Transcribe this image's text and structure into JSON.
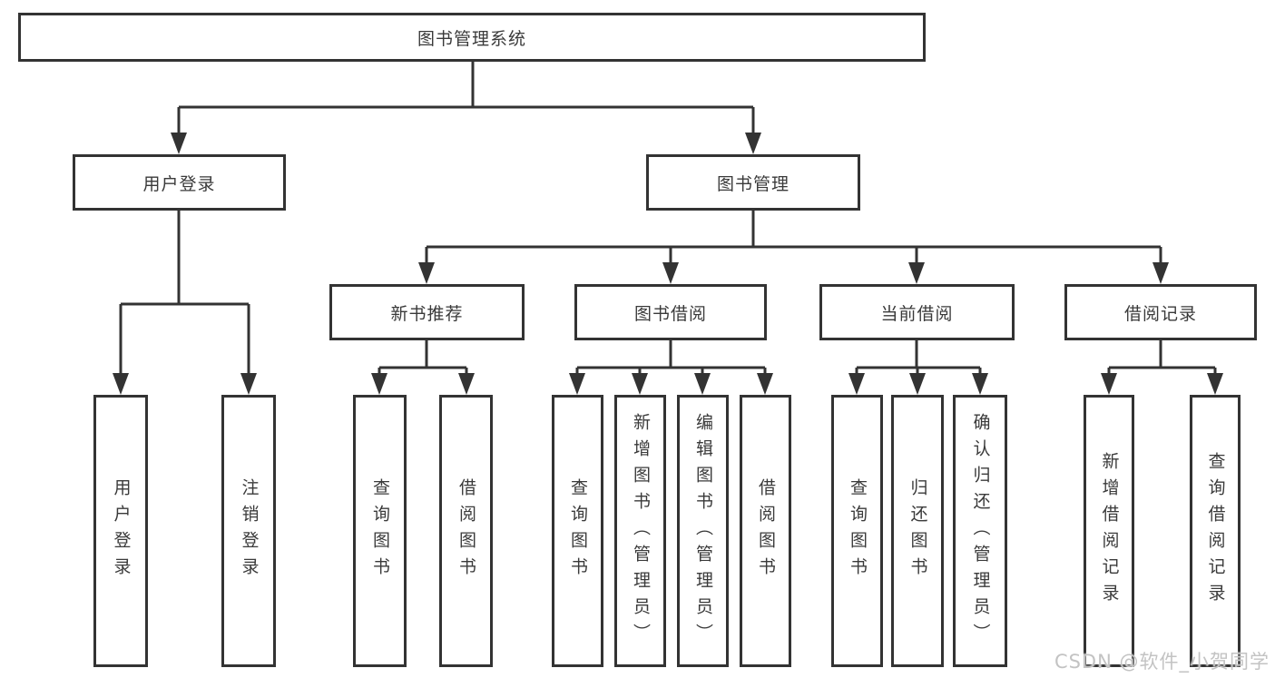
{
  "tree": {
    "root": {
      "label": "图书管理系统"
    },
    "branches": [
      {
        "label": "用户登录",
        "children": [
          {
            "label": "用户登录"
          },
          {
            "label": "注销登录"
          }
        ]
      },
      {
        "label": "图书管理",
        "children": [
          {
            "label": "新书推荐",
            "children": [
              {
                "label": "查询图书"
              },
              {
                "label": "借阅图书"
              }
            ]
          },
          {
            "label": "图书借阅",
            "children": [
              {
                "label": "查询图书"
              },
              {
                "label": "新增图书（管理员）"
              },
              {
                "label": "编辑图书（管理员）"
              },
              {
                "label": "借阅图书"
              }
            ]
          },
          {
            "label": "当前借阅",
            "children": [
              {
                "label": "查询图书"
              },
              {
                "label": "归还图书"
              },
              {
                "label": "确认归还（管理员）"
              }
            ]
          },
          {
            "label": "借阅记录",
            "children": [
              {
                "label": "新增借阅记录"
              },
              {
                "label": "查询借阅记录"
              }
            ]
          }
        ]
      }
    ]
  },
  "watermark": {
    "text": "CSDN @软件_小贺同学"
  },
  "colors": {
    "line": "#333333",
    "text": "#3a3a3a",
    "background": "#ffffff",
    "watermark": "#c3c3c3"
  }
}
